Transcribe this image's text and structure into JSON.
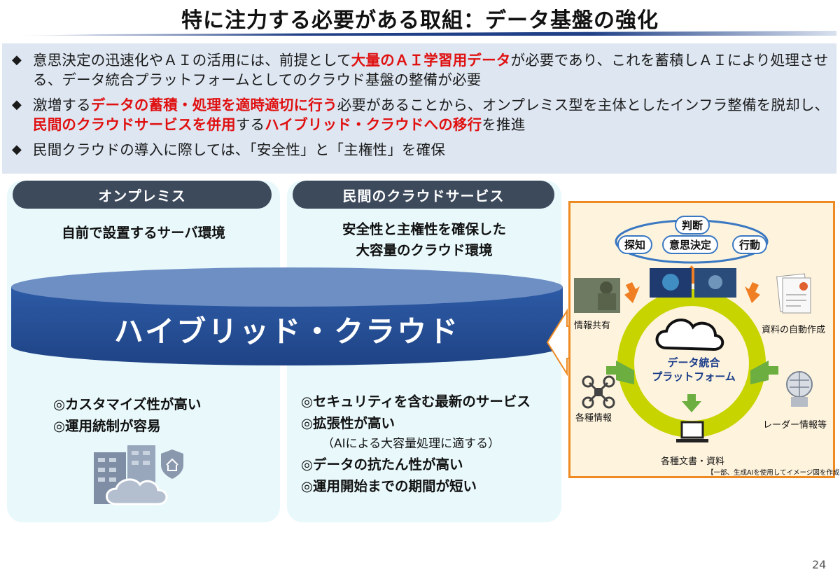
{
  "title": "特に注力する必要がある取組：データ基盤の強化",
  "bullets": [
    {
      "mark": "◆",
      "parts": [
        {
          "t": "意思決定の迅速化やＡＩの活用には、前提として",
          "red": false
        },
        {
          "t": "大量のＡＩ学習用データ",
          "red": true
        },
        {
          "t": "が必要であり、これを蓄積しＡＩにより処理させる、データ統合プラットフォームとしてのクラウド基盤の整備が必要",
          "red": false
        }
      ]
    },
    {
      "mark": "◆",
      "parts": [
        {
          "t": "激増する",
          "red": false
        },
        {
          "t": "データの蓄積・処理を適時適切に行う",
          "red": true
        },
        {
          "t": "必要があることから、オンプレミス型を主体としたインフラ整備を脱却し、",
          "red": false
        },
        {
          "t": "民間のクラウドサービスを併用",
          "red": true
        },
        {
          "t": "する",
          "red": false
        },
        {
          "t": "ハイブリッド・クラウドへの移行",
          "red": true
        },
        {
          "t": "を推進",
          "red": false
        }
      ]
    },
    {
      "mark": "◆",
      "parts": [
        {
          "t": "民間クラウドの導入に際しては、「安全性」と「主権性」を確保",
          "red": false
        }
      ]
    }
  ],
  "left_column": {
    "header": "オンプレミス",
    "subtitle": "自前で設置するサーバ環境",
    "features": [
      "◎カスタマイズ性が高い",
      "◎運用統制が容易"
    ]
  },
  "mid_column": {
    "header": "民間のクラウドサービス",
    "subtitle_line1": "安全性と主権性を確保した",
    "subtitle_line2": "大容量のクラウド環境",
    "feature1": "◎セキュリティを含む最新のサービス",
    "feature2": "◎拡張性が高い",
    "feature2_note": "（AIによる大容量処理に適する）",
    "feature3": "◎データの抗たん性が高い",
    "feature4": "◎運用開始までの期間が短い"
  },
  "cylinder_label": "ハイブリッド・クラウド",
  "diagram": {
    "loop_top": "判断",
    "loop_left": "探知",
    "loop_center": "意思決定",
    "loop_right": "行動",
    "center_line1": "データ統合",
    "center_line2": "プラットフォーム",
    "label_info_share": "情報共有",
    "label_auto_docs": "資料の自動作成",
    "label_various_info": "各種情報",
    "label_radar": "レーダー情報等",
    "label_documents": "各種文書・資料",
    "footnote": "【一部、生成AIを使用してイメージ図を作成】",
    "colors": {
      "border": "#ee8a22",
      "ring": "#c8d400",
      "arrow_orange": "#ef7f22",
      "arrow_green": "#6cae3f",
      "loop_blue": "#3a78c2"
    }
  },
  "page_number": "24",
  "colors": {
    "accent_red": "#e01010",
    "pill_bg": "#3d4a5c",
    "cylinder_blue": "#27519a",
    "panel_bg": "#dde6f1"
  }
}
